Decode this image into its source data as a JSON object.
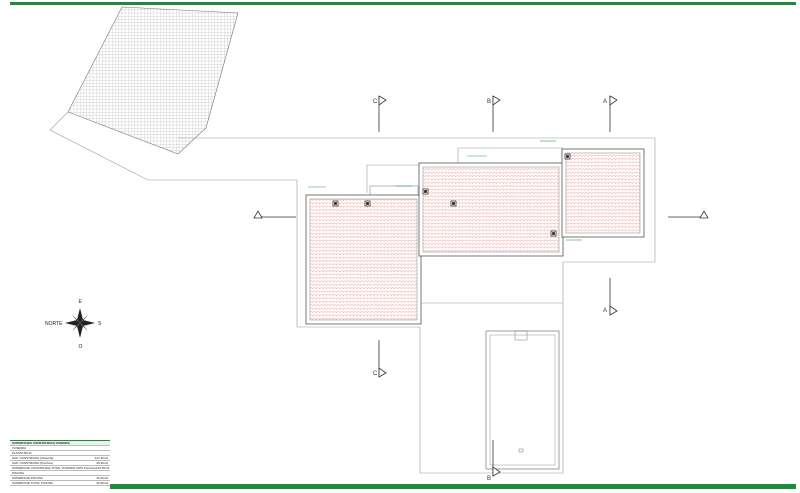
{
  "plan": {
    "sections": {
      "a": "A",
      "b": "B",
      "c": "C"
    },
    "compass": {
      "north": "NORTE",
      "east": "E",
      "south": "S",
      "west": "O"
    },
    "colors": {
      "roof_tile": "#e98a8a",
      "tag": "#1fa84a",
      "brand": "#1f8a3b",
      "line": "#9a9a9a"
    }
  },
  "legend": {
    "title": "SUPERFICIES CONSTRUIDAS VIVIENDA",
    "rows": [
      {
        "label": "VIVIENDA",
        "value": ""
      },
      {
        "label": "PLANTA BAJA",
        "value": ""
      },
      {
        "label": "SUP. CONSTRUIDA (Vivienda)",
        "value": "127,36m2"
      },
      {
        "label": "SUP. CONSTRUIDA (Porches)",
        "value": "26,36m2"
      },
      {
        "label": "SUPERFICIE CONSTRUIDA TOTAL VIVIENDA (50% Porches)",
        "value": "140,55m2"
      },
      {
        "label": "PISCINA",
        "value": ""
      },
      {
        "label": "SUPERFICIE PISCINA",
        "value": "32,00m2"
      },
      {
        "label": "SUPERFICIE TOTAL PISCINA",
        "value": "32,00m2"
      }
    ]
  }
}
